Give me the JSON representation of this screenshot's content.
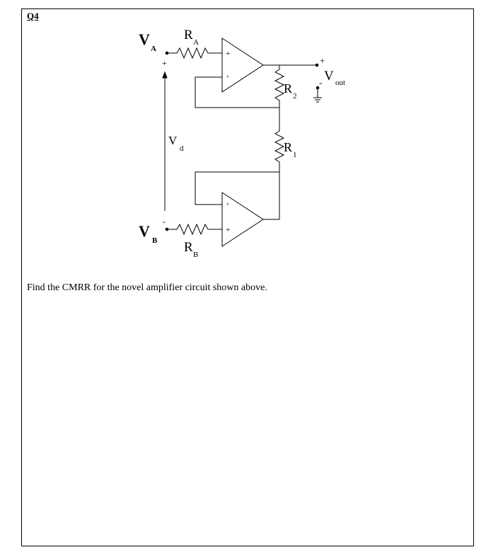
{
  "question_label": "Q4",
  "question_text": "Find the CMRR for the novel amplifier circuit shown above.",
  "circuit": {
    "va": {
      "main": "V",
      "sub": "A"
    },
    "vb": {
      "main": "V",
      "sub": "B"
    },
    "vd": {
      "main": "V",
      "sub": "d"
    },
    "vout": {
      "main": "V",
      "sub": "out"
    },
    "ra": {
      "main": "R",
      "sub": "A"
    },
    "rb": {
      "main": "R",
      "sub": "B"
    },
    "r1": {
      "main": "R",
      "sub": "1"
    },
    "r2": {
      "main": "R",
      "sub": "2"
    },
    "plus": "+",
    "minus": "-"
  }
}
